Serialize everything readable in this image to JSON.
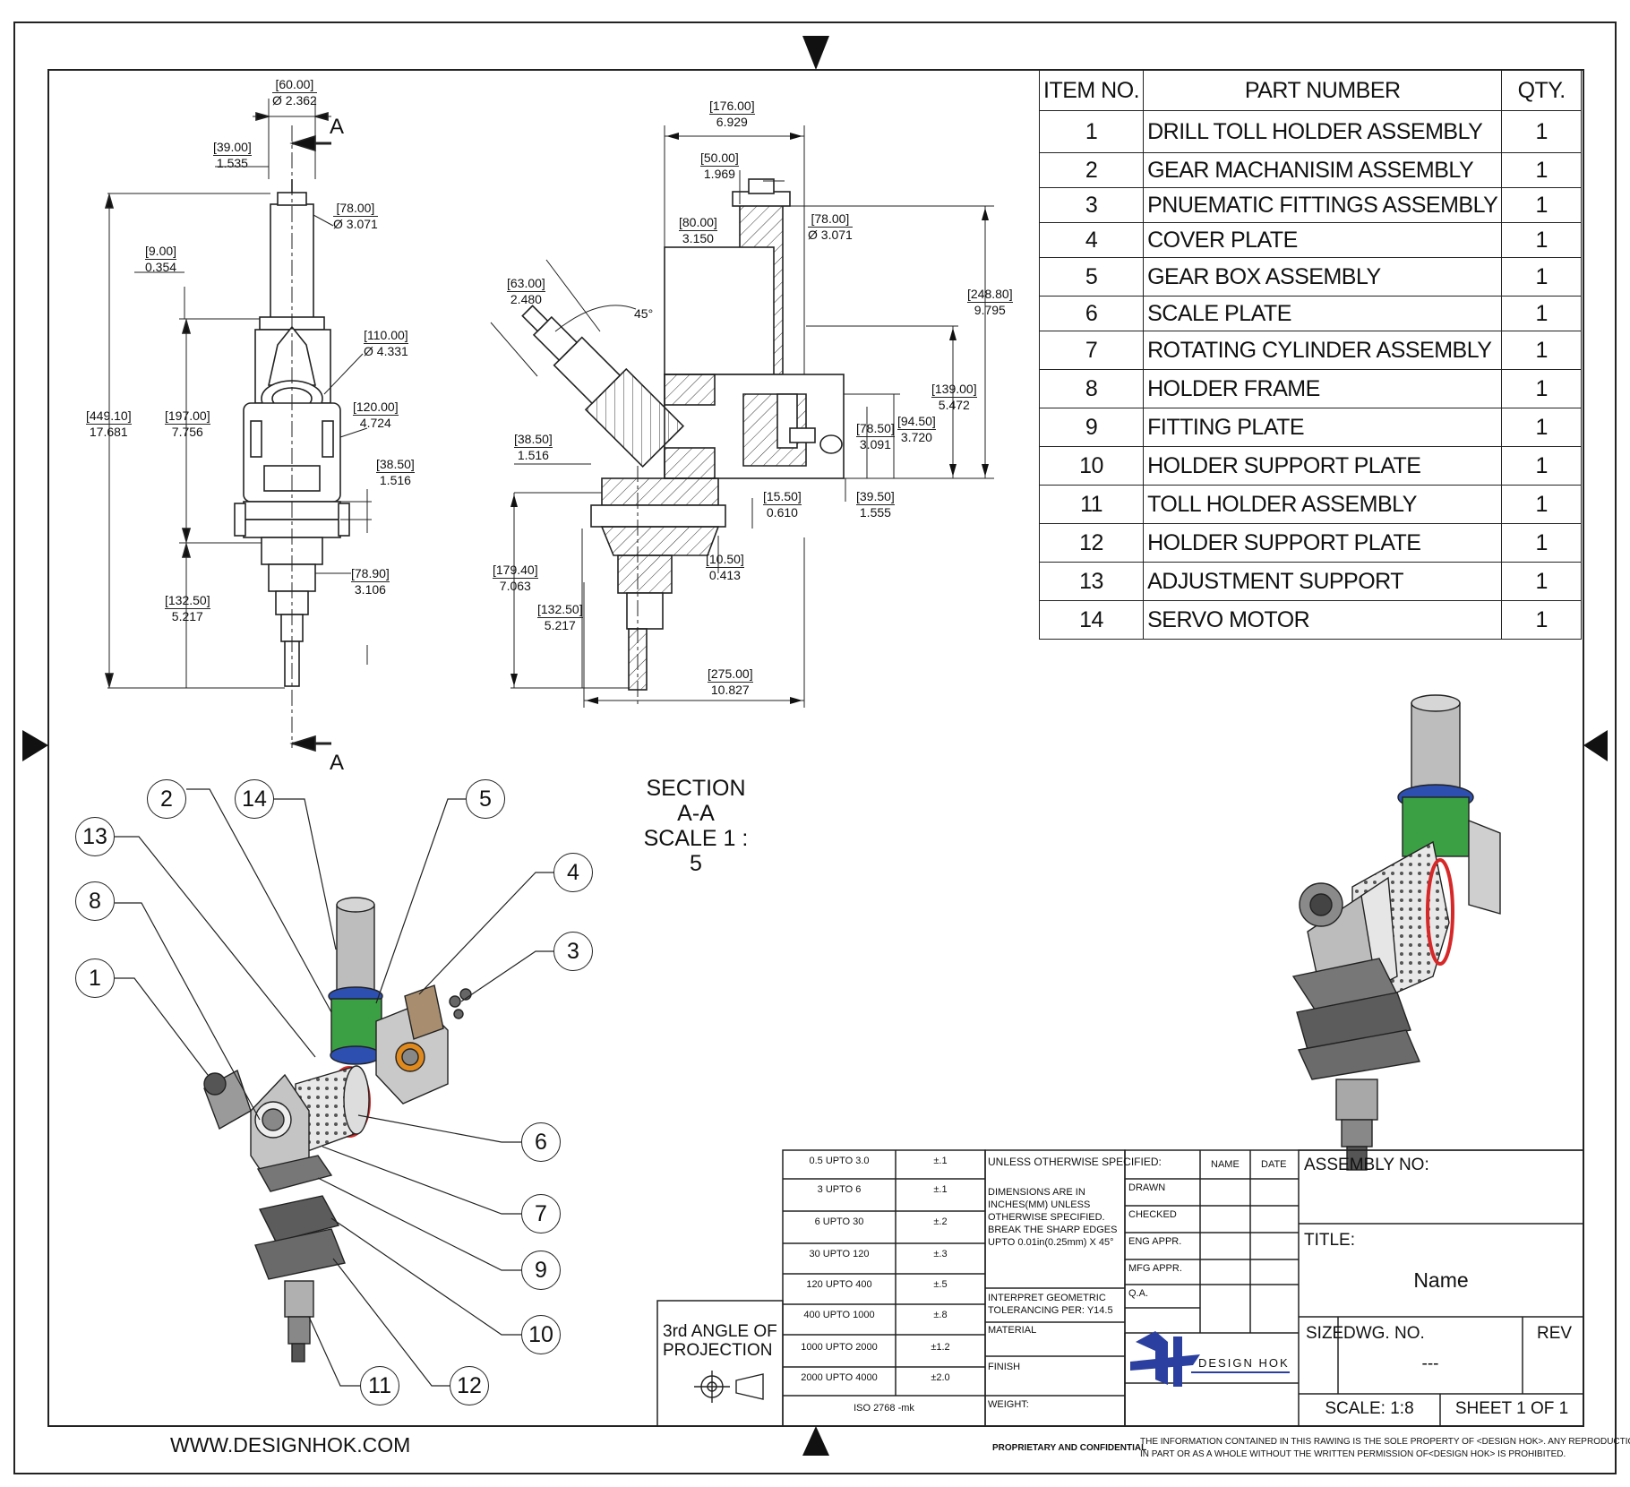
{
  "bom": {
    "headers": {
      "item": "ITEM NO.",
      "part": "PART NUMBER",
      "qty": "QTY."
    },
    "rows": [
      {
        "item": "1",
        "part": "DRILL TOLL HOLDER ASSEMBLY",
        "qty": "1"
      },
      {
        "item": "2",
        "part": "GEAR MACHANISIM ASSEMBLY",
        "qty": "1"
      },
      {
        "item": "3",
        "part": "PNUEMATIC FITTINGS ASSEMBLY",
        "qty": "1"
      },
      {
        "item": "4",
        "part": "COVER PLATE",
        "qty": "1"
      },
      {
        "item": "5",
        "part": "GEAR BOX ASSEMBLY",
        "qty": "1"
      },
      {
        "item": "6",
        "part": "SCALE PLATE",
        "qty": "1"
      },
      {
        "item": "7",
        "part": "ROTATING CYLINDER ASSEMBLY",
        "qty": "1"
      },
      {
        "item": "8",
        "part": "HOLDER FRAME",
        "qty": "1"
      },
      {
        "item": "9",
        "part": "FITTING PLATE",
        "qty": "1"
      },
      {
        "item": "10",
        "part": "HOLDER SUPPORT PLATE",
        "qty": "1"
      },
      {
        "item": "11",
        "part": "TOLL HOLDER ASSEMBLY",
        "qty": "1"
      },
      {
        "item": "12",
        "part": "HOLDER SUPPORT PLATE",
        "qty": "1"
      },
      {
        "item": "13",
        "part": "ADJUSTMENT SUPPORT",
        "qty": "1"
      },
      {
        "item": "14",
        "part": "SERVO MOTOR",
        "qty": "1"
      }
    ]
  },
  "section": {
    "title": "SECTION A-A",
    "scale": "SCALE 1 : 5",
    "cut_label": "A"
  },
  "front_dims": [
    {
      "mm": "[60.00]",
      "in": "Ø 2.362"
    },
    {
      "mm": "[39.00]",
      "in": "1.535"
    },
    {
      "mm": "[78.00]",
      "in": "Ø 3.071"
    },
    {
      "mm": "[9.00]",
      "in": "0.354"
    },
    {
      "mm": "[110.00]",
      "in": "Ø 4.331"
    },
    {
      "mm": "[120.00]",
      "in": "4.724"
    },
    {
      "mm": "[449.10]",
      "in": "17.681"
    },
    {
      "mm": "[197.00]",
      "in": "7.756"
    },
    {
      "mm": "[38.50]",
      "in": "1.516"
    },
    {
      "mm": "[78.90]",
      "in": "3.106"
    },
    {
      "mm": "[132.50]",
      "in": "5.217"
    }
  ],
  "section_dims": [
    {
      "mm": "[176.00]",
      "in": "6.929"
    },
    {
      "mm": "[50.00]",
      "in": "1.969"
    },
    {
      "mm": "[80.00]",
      "in": "3.150"
    },
    {
      "mm": "[78.00]",
      "in": "Ø 3.071"
    },
    {
      "mm": "[63.00]",
      "in": "2.480"
    },
    {
      "mm": "[248.80]",
      "in": "9.795"
    },
    {
      "mm": "[139.00]",
      "in": "5.472"
    },
    {
      "mm": "[94.50]",
      "in": "3.720"
    },
    {
      "mm": "[78.50]",
      "in": "3.091"
    },
    {
      "mm": "[38.50]",
      "in": "1.516"
    },
    {
      "mm": "[15.50]",
      "in": "0.610"
    },
    {
      "mm": "[39.50]",
      "in": "1.555"
    },
    {
      "mm": "[10.50]",
      "in": "0.413"
    },
    {
      "mm": "[179.40]",
      "in": "7.063"
    },
    {
      "mm": "[132.50]",
      "in": "5.217"
    },
    {
      "mm": "[275.00]",
      "in": "10.827"
    }
  ],
  "angle_label": "45°",
  "balloons": [
    "1",
    "2",
    "3",
    "4",
    "5",
    "6",
    "7",
    "8",
    "9",
    "10",
    "11",
    "12",
    "13",
    "14"
  ],
  "tolerances": [
    {
      "range": "0.5 UPTO 3.0",
      "tol": "±.1"
    },
    {
      "range": "3 UPTO 6",
      "tol": "±.1"
    },
    {
      "range": "6 UPTO 30",
      "tol": "±.2"
    },
    {
      "range": "30 UPTO 120",
      "tol": "±.3"
    },
    {
      "range": "120 UPTO 400",
      "tol": "±.5"
    },
    {
      "range": "400 UPTO 1000",
      "tol": "±.8"
    },
    {
      "range": "1000 UPTO 2000",
      "tol": "±1.2"
    },
    {
      "range": "2000 UPTO 4000",
      "tol": "±2.0"
    }
  ],
  "iso": "ISO 2768 -mk",
  "projection": {
    "line1": "3rd ANGLE OF",
    "line2": "PROJECTION"
  },
  "notes": {
    "unless": "UNLESS OTHERWISE SPECIFIED:",
    "dims": "DIMENSIONS ARE IN INCHES(MM) UNLESS OTHERWISE SPECIFIED. BREAK THE SHARP EDGES UPTO 0.01in(0.25mm) X 45°",
    "interpret": "INTERPRET GEOMETRIC TOLERANCING PER: Y14.5",
    "material": "MATERIAL",
    "finish": "FINISH",
    "weight": "WEIGHT:"
  },
  "approvals": {
    "name_hdr": "NAME",
    "date_hdr": "DATE",
    "rows": [
      "DRAWN",
      "CHECKED",
      "ENG APPR.",
      "MFG APPR.",
      "Q.A."
    ]
  },
  "title_block": {
    "assembly_no": "ASSEMBLY NO:",
    "title_label": "TITLE:",
    "title_value": "Name",
    "size": "SIZE",
    "dwg_no": "DWG. NO.",
    "dwg_value": "---",
    "rev": "REV",
    "scale": "SCALE: 1:8",
    "sheet": "SHEET 1 OF 1"
  },
  "logo_text": "DESIGN HOK",
  "footer": {
    "website": "WWW.DESIGNHOK.COM",
    "proprietary": "PROPRIETARY AND CONFIDENTIAL",
    "notice_line1": "THE INFORMATION CONTAINED IN THIS RAWING IS THE SOLE PROPERTY OF <DESIGN HOK>.  ANY REPRODUCTION",
    "notice_line2": "IN PART OR AS A WHOLE WITHOUT THE WRITTEN PERMISSION OF<DESIGN HOK> IS PROHIBITED."
  },
  "colors": {
    "motor_ring": "#2c4fb0",
    "green_band": "#3aa043",
    "red_ring": "#d62828",
    "orange": "#e08a1e",
    "line": "#222222"
  }
}
